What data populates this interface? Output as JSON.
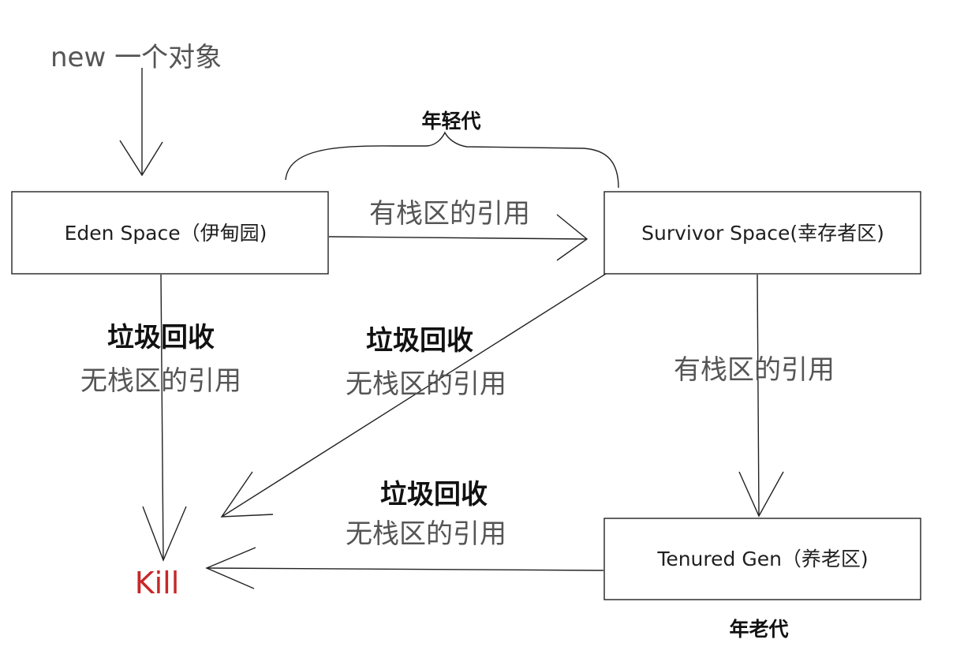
{
  "start_label": "new 一个对象",
  "nodes": {
    "eden": {
      "label": "Eden Space（伊甸园)"
    },
    "survivor": {
      "label": "Survivor Space(幸存者区)"
    },
    "tenured": {
      "label": "Tenured Gen（养老区)"
    },
    "kill": {
      "label": "Kill"
    }
  },
  "groups": {
    "young_gen": "年轻代",
    "old_gen": "年老代"
  },
  "edges": {
    "eden_to_survivor": {
      "label": "有栈区的引用"
    },
    "eden_to_kill": {
      "label_strong": "垃圾回收",
      "label": "无栈区的引用"
    },
    "survivor_to_kill": {
      "label_strong": "垃圾回收",
      "label": "无栈区的引用"
    },
    "survivor_to_tenured": {
      "label": "有栈区的引用"
    },
    "tenured_to_kill": {
      "label_strong": "垃圾回收",
      "label": "无栈区的引用"
    }
  },
  "colors": {
    "kill": "#c62828",
    "stroke": "#222222"
  }
}
